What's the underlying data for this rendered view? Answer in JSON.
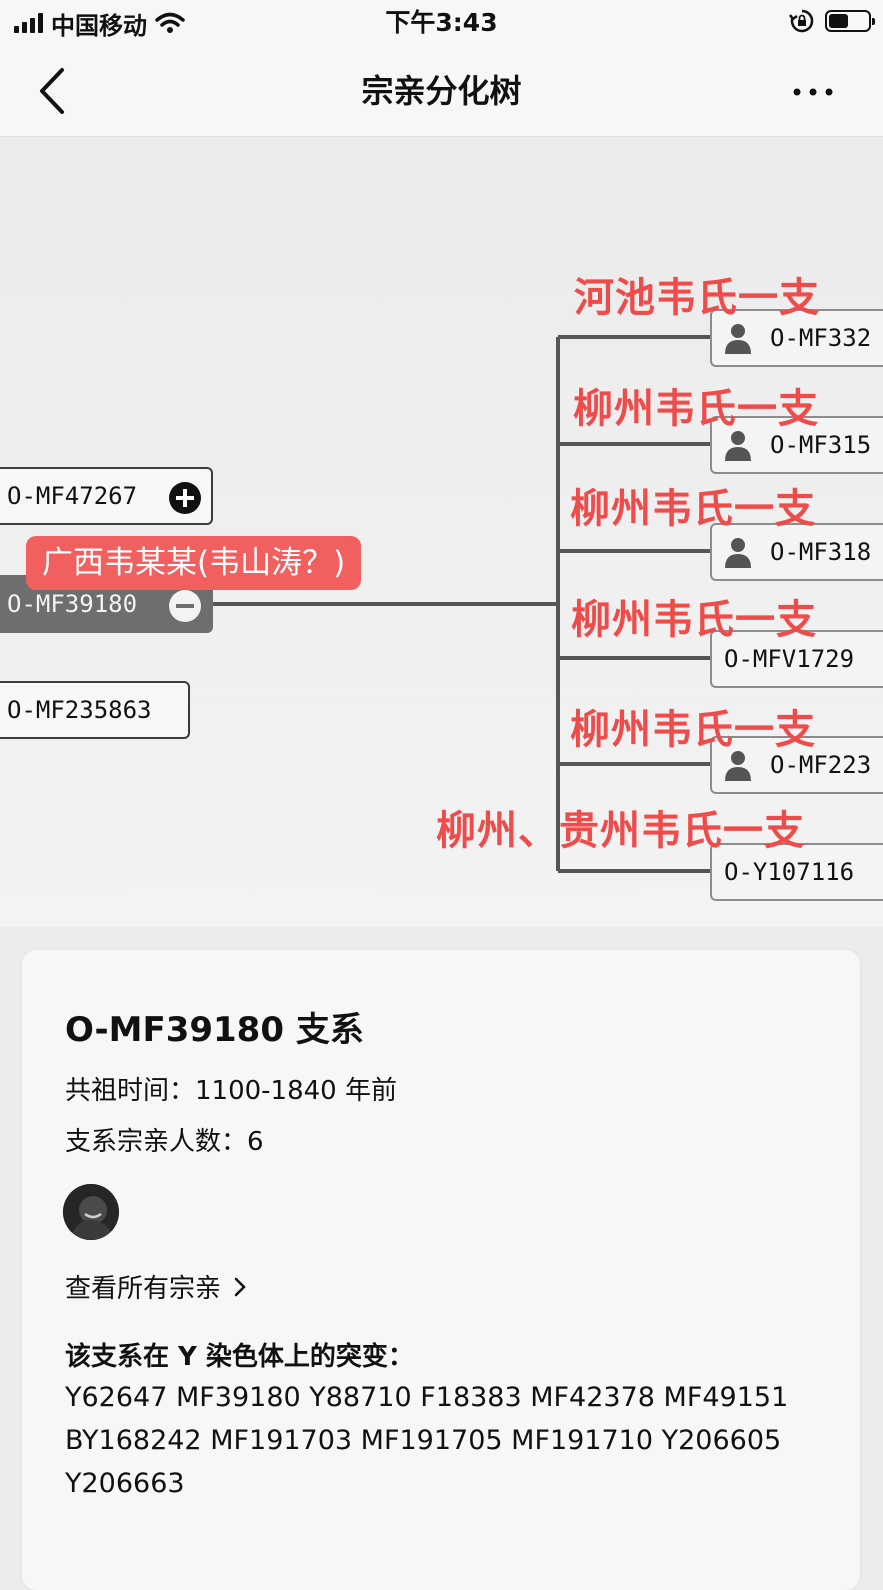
{
  "status_bar": {
    "carrier": "中国移动",
    "time": "下午3:43",
    "battery_level": 0.5
  },
  "nav": {
    "title": "宗亲分化树"
  },
  "tree": {
    "left_nodes": [
      {
        "label": "O-MF47267",
        "toggle": "plus"
      },
      {
        "label": "O-MF39180",
        "toggle": "minus",
        "selected": true
      },
      {
        "label": "O-MF235863"
      }
    ],
    "annotation": "广西韦某某(韦山涛？)",
    "children": [
      {
        "label": "O-MF332",
        "has_person_icon": true,
        "branch_note": "河池韦氏一支"
      },
      {
        "label": "O-MF315",
        "has_person_icon": true,
        "branch_note": "柳州韦氏一支"
      },
      {
        "label": "O-MF318",
        "has_person_icon": true,
        "branch_note": "柳州韦氏一支"
      },
      {
        "label": "O-MFV1729",
        "has_person_icon": false,
        "branch_note": "柳州韦氏一支"
      },
      {
        "label": "O-MF223",
        "has_person_icon": true,
        "branch_note": "柳州韦氏一支"
      },
      {
        "label": "O-Y107116",
        "has_person_icon": false,
        "branch_note": "柳州、贵州韦氏一支"
      }
    ]
  },
  "card": {
    "title": "O-MF39180 支系",
    "common_ancestor": "共祖时间：1100-1840 年前",
    "member_count": "支系宗亲人数：6",
    "view_all": "查看所有宗亲",
    "mutations_title": "该支系在 Y 染色体上的突变：",
    "mutations": "Y62647 MF39180 Y88710 F18383 MF42378 MF49151 BY168242 MF191703 MF191705 MF191710 Y206605 Y206663"
  }
}
